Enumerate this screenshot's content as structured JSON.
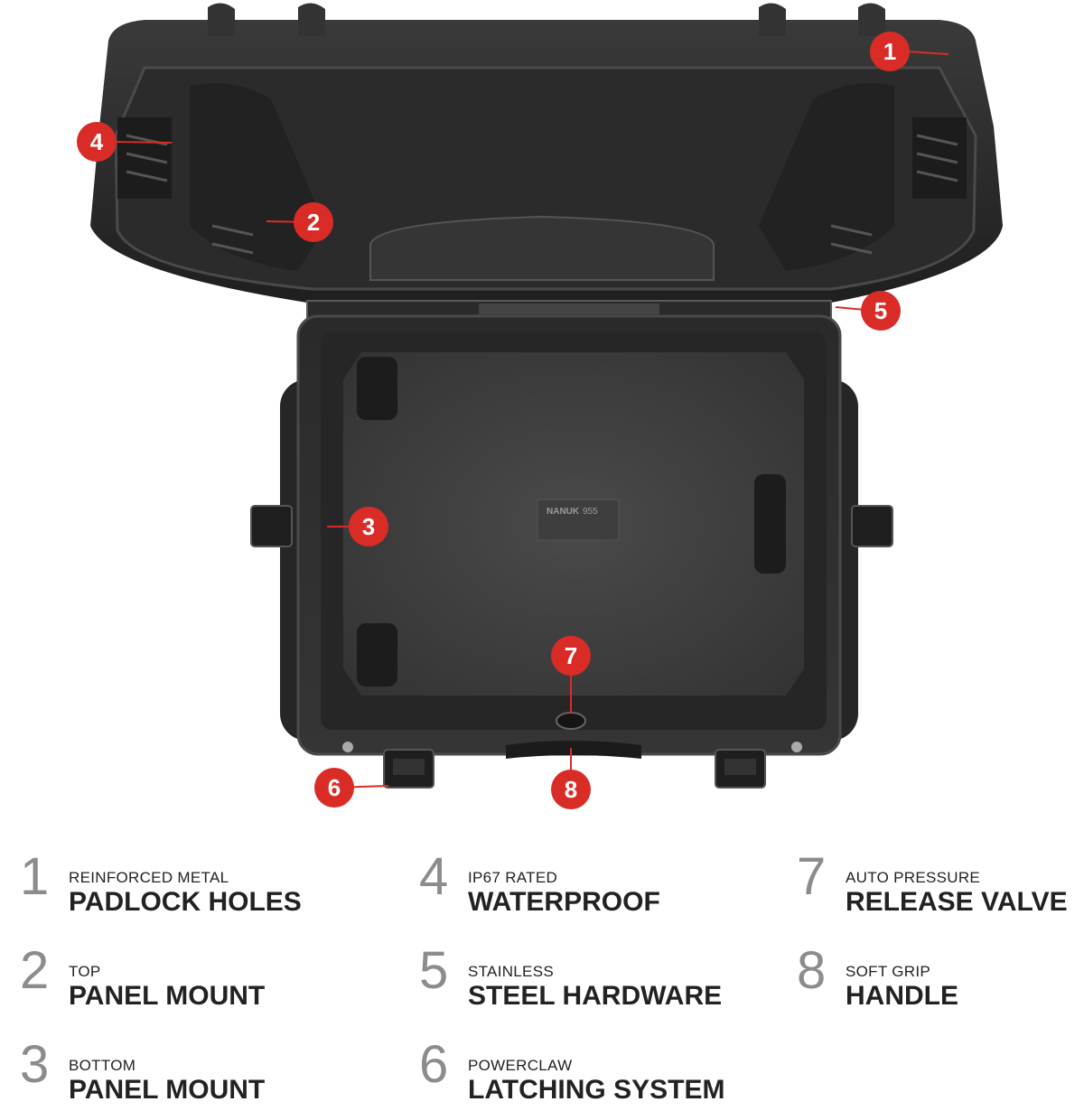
{
  "image": {
    "brand_text": "NANUK",
    "model_text": "955",
    "colors": {
      "case": "#2f2f2f",
      "interior": "#3b3b3b",
      "callout": "#d92c27",
      "legend_number": "#8c8c8c",
      "legend_text": "#222222"
    }
  },
  "callouts": [
    {
      "number": "1"
    },
    {
      "number": "2"
    },
    {
      "number": "3"
    },
    {
      "number": "4"
    },
    {
      "number": "5"
    },
    {
      "number": "6"
    },
    {
      "number": "7"
    },
    {
      "number": "8"
    }
  ],
  "features": [
    {
      "number": "1",
      "subtitle": "REINFORCED METAL",
      "title": "PADLOCK HOLES"
    },
    {
      "number": "2",
      "subtitle": "TOP",
      "title": "PANEL MOUNT"
    },
    {
      "number": "3",
      "subtitle": "BOTTOM",
      "title": "PANEL MOUNT"
    },
    {
      "number": "4",
      "subtitle": "IP67 RATED",
      "title": "WATERPROOF"
    },
    {
      "number": "5",
      "subtitle": "STAINLESS",
      "title": "STEEL HARDWARE"
    },
    {
      "number": "6",
      "subtitle": "POWERCLAW",
      "title": "LATCHING SYSTEM"
    },
    {
      "number": "7",
      "subtitle": "AUTO PRESSURE",
      "title": "RELEASE VALVE"
    },
    {
      "number": "8",
      "subtitle": "SOFT GRIP",
      "title": "HANDLE"
    }
  ]
}
